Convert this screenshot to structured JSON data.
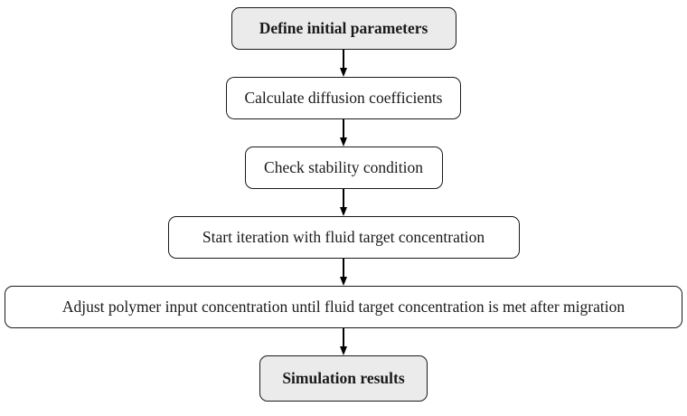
{
  "diagram": {
    "type": "flowchart",
    "direction": "top-down",
    "nodes": [
      {
        "id": "define-initial-parameters",
        "label": "Define initial parameters",
        "style": "terminal"
      },
      {
        "id": "calculate-diffusion-coefficients",
        "label": "Calculate diffusion coefficients",
        "style": "process"
      },
      {
        "id": "check-stability-condition",
        "label": "Check stability condition",
        "style": "process"
      },
      {
        "id": "start-iteration",
        "label": "Start iteration with fluid target concentration",
        "style": "process"
      },
      {
        "id": "adjust-polymer-input",
        "label": "Adjust polymer input concentration until fluid target concentration is met after migration",
        "style": "process"
      },
      {
        "id": "simulation-results",
        "label": "Simulation results",
        "style": "terminal"
      }
    ],
    "edges": [
      {
        "from": "define-initial-parameters",
        "to": "calculate-diffusion-coefficients"
      },
      {
        "from": "calculate-diffusion-coefficients",
        "to": "check-stability-condition"
      },
      {
        "from": "check-stability-condition",
        "to": "start-iteration"
      },
      {
        "from": "start-iteration",
        "to": "adjust-polymer-input"
      },
      {
        "from": "adjust-polymer-input",
        "to": "simulation-results"
      }
    ],
    "colors": {
      "terminal_fill": "#ebebeb",
      "process_fill": "#ffffff",
      "border": "#1a1a1a",
      "arrow": "#000000",
      "background": "#ffffff"
    }
  }
}
